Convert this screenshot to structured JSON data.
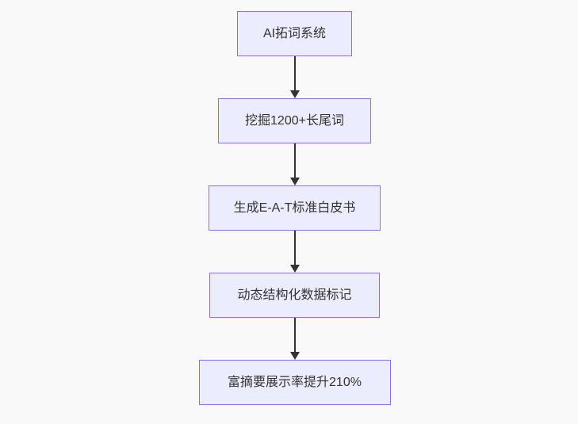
{
  "diagram": {
    "type": "flowchart",
    "direction": "top-down"
  },
  "flowchart": {
    "nodes": [
      {
        "label": "AI拓词系统"
      },
      {
        "label": "挖掘1200+长尾词"
      },
      {
        "label": "生成E-A-T标准白皮书"
      },
      {
        "label": "动态结构化数据标记"
      },
      {
        "label": "富摘要展示率提升210%"
      }
    ],
    "connector": "arrow-down"
  },
  "colors": {
    "page_background": "#f9f9f9",
    "node_fill": "#ECECFF",
    "node_border": "#9370DB",
    "text": "#333333",
    "arrow": "#333333"
  }
}
